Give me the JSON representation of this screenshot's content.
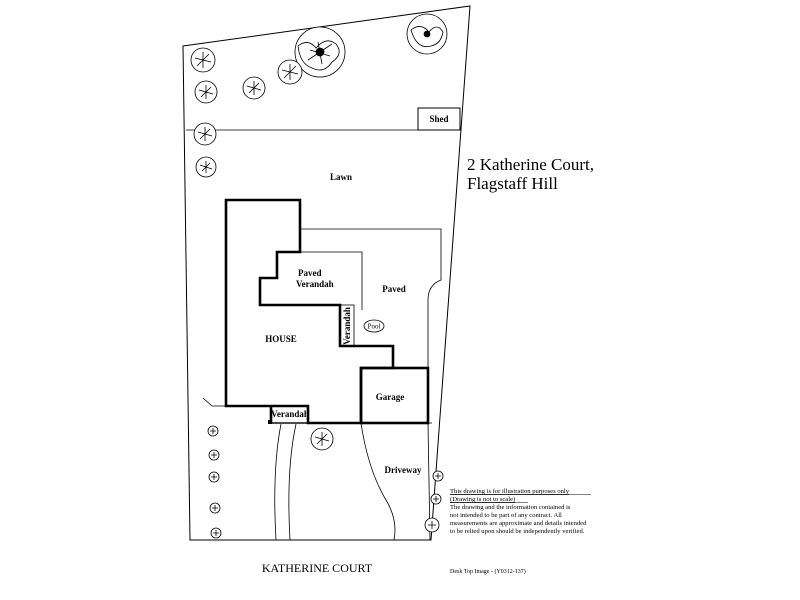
{
  "title": {
    "line1": "2 Katherine Court,",
    "line2": "Flagstaff Hill"
  },
  "labels": {
    "shed": "Shed",
    "lawn": "Lawn",
    "paved_verandah_1": "Paved",
    "paved_verandah_2": "Verandah",
    "paved": "Paved",
    "house": "HOUSE",
    "side_verandah": "Verandah",
    "pool": "Pool",
    "garage": "Garage",
    "front_verandah": "Verandah",
    "driveway": "Driveway",
    "street": "KATHERINE COURT"
  },
  "disclaimer": {
    "line1": "This drawing is for illustration purposes only",
    "line2": "(Drawing is not to scale)",
    "line3": "The drawing and the information contained is",
    "line4": "not intended to be part of any contract.  All",
    "line5": "measurements are approximate and details intended",
    "line6": "to be relied upon should be independently verified."
  },
  "reference": "Desk Top Image -  (Y0312-137)",
  "colors": {
    "line": "#000000",
    "background": "#ffffff"
  }
}
